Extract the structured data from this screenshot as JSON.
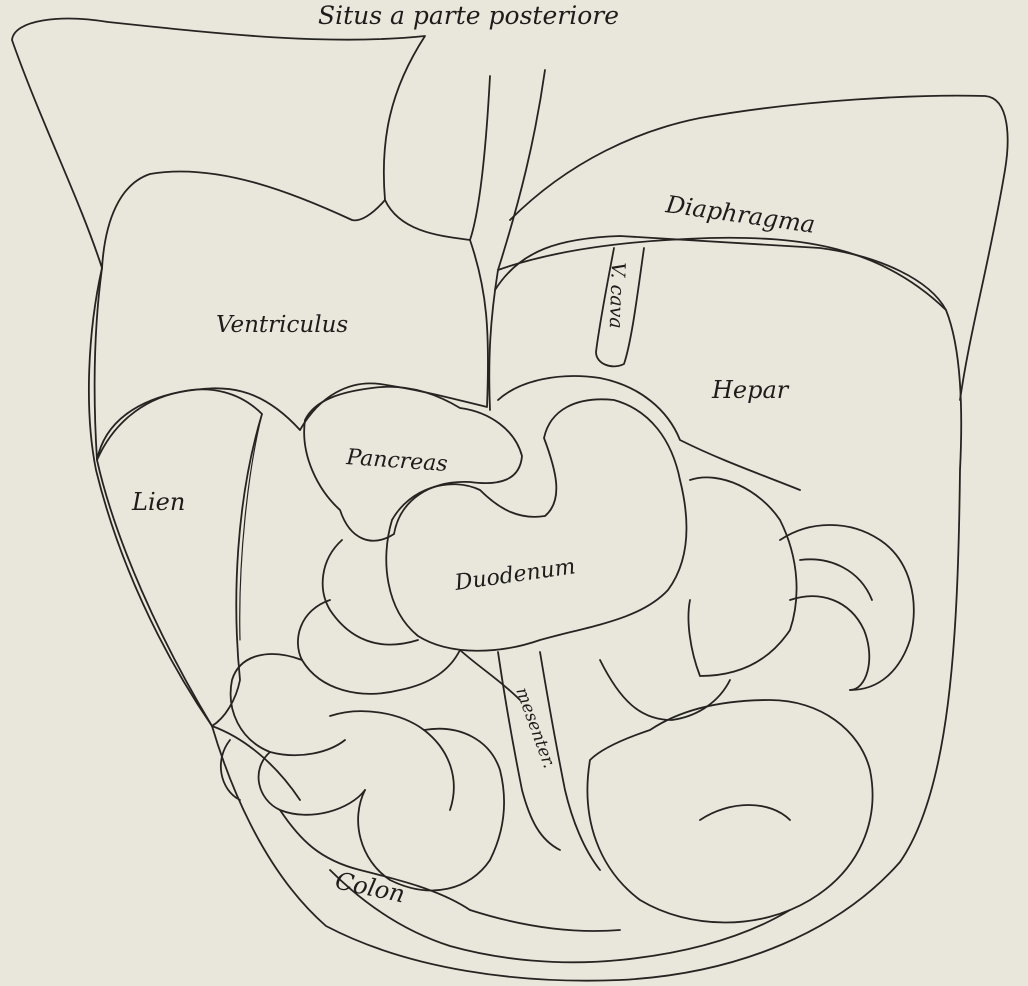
{
  "plate": {
    "title": "Situs a parte posteriore",
    "paper_color": "#e9e7dc",
    "ink_color": "#262421"
  },
  "labels": {
    "diaphragma": "Diaphragma",
    "vena_cava": "V. cava",
    "ventriculus": "Ventriculus",
    "hepar": "Hepar",
    "pancreas": "Pancreas",
    "lien": "Lien",
    "duodenum": "Duodenum",
    "mesenter": "mesenter.",
    "colon": "Colon"
  }
}
